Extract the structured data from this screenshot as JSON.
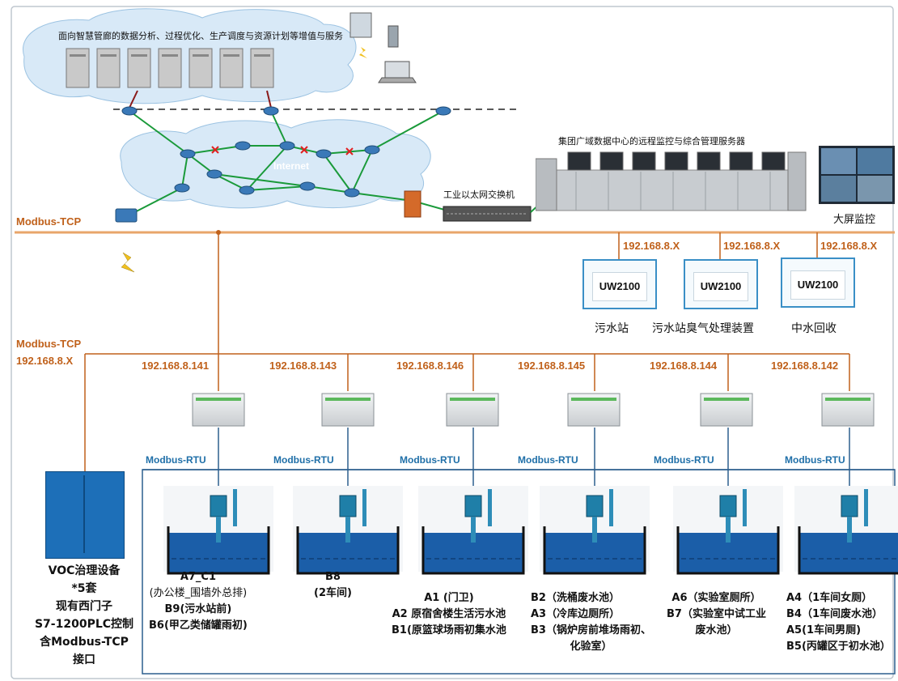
{
  "cloud_text": "面向智慧管廊的数据分析、过程优化、生产调度与资源计划等增值与服务",
  "internet_label": "Internet",
  "switch_label": "工业以太网交换机",
  "datacenter_label": "集团广域数据中心的远程监控与综合管理服务器",
  "bigscreen_label": "大屏监控",
  "bus_top_label": "Modbus-TCP",
  "bus_mid_label": "Modbus-TCP",
  "bus_mid_ip": "192.168.8.X",
  "uw_units": [
    {
      "ip": "192.168.8.X",
      "model": "UW2100",
      "caption": "污水站"
    },
    {
      "ip": "192.168.8.X",
      "model": "UW2100",
      "caption": "污水站臭气处理装置"
    },
    {
      "ip": "192.168.8.X",
      "model": "UW2100",
      "caption": "中水回收"
    }
  ],
  "gateways": [
    {
      "ip": "192.168.8.141",
      "rtu": "Modbus-RTU"
    },
    {
      "ip": "192.168.8.143",
      "rtu": "Modbus-RTU"
    },
    {
      "ip": "192.168.8.146",
      "rtu": "Modbus-RTU"
    },
    {
      "ip": "192.168.8.145",
      "rtu": "Modbus-RTU"
    },
    {
      "ip": "192.168.8.144",
      "rtu": "Modbus-RTU"
    },
    {
      "ip": "192.168.8.142",
      "rtu": "Modbus-RTU"
    }
  ],
  "voc": [
    "VOC治理设备",
    "*5套",
    "现有西门子",
    "S7-1200PLC控制",
    "含Modbus-TCP",
    "接口"
  ],
  "tank_captions": [
    [
      "A7_C1",
      "(办公楼_围墙外总排)",
      "B9(污水站前)",
      "B6(甲乙类储罐雨初)"
    ],
    [
      "B8",
      "(2车间)"
    ],
    [
      "A1 (门卫)",
      "A2 原宿舍楼生活污水池",
      "B1(原篮球场雨初集水池"
    ],
    [
      "B2（洗桶废水池）",
      "A3（冷库边厕所）",
      "B3（锅炉房前堆场雨初、",
      "化验室）"
    ],
    [
      "A6（实验室厕所）",
      "B7（实验室中试工业",
      "废水池）"
    ],
    [
      "A4（1车间女厕）",
      "B4（1车间废水池）",
      "A5(1车间男厕)",
      "B5(丙罐区于初水池）"
    ]
  ],
  "colors": {
    "bus": "#e8a56a",
    "wire": "#c0611b",
    "net": "#1a9a3a",
    "cloud": "#cfe3f5",
    "water": "#1b5ea8",
    "border": "#2c5f8e"
  }
}
